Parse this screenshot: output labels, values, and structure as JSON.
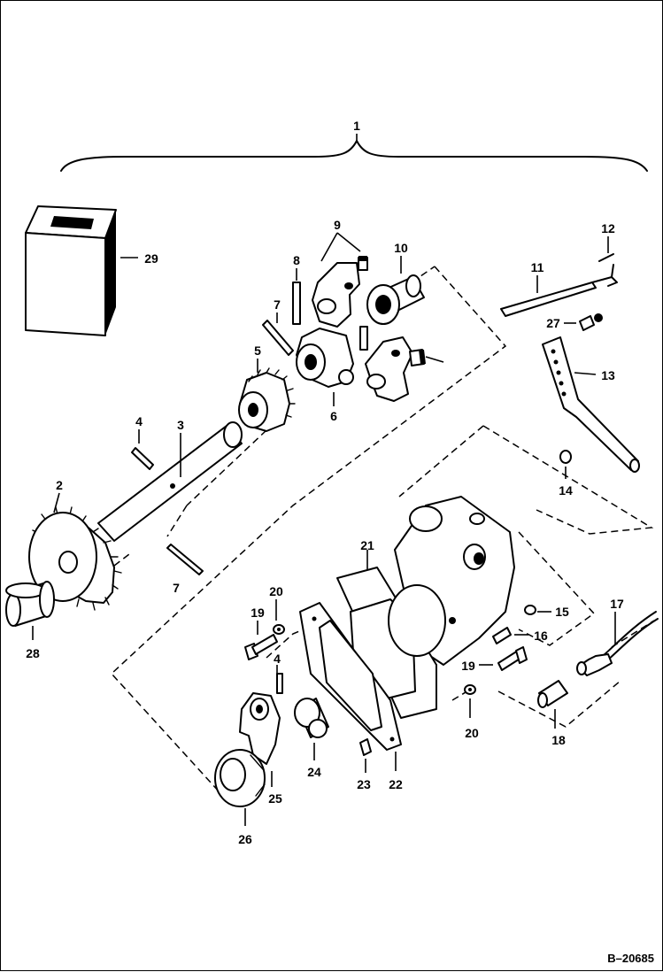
{
  "figure_code": "B–20685",
  "callouts": {
    "c1": "1",
    "c2": "2",
    "c3": "3",
    "c4a": "4",
    "c4b": "4",
    "c5": "5",
    "c6": "6",
    "c7a": "7",
    "c7b": "7",
    "c8": "8",
    "c9": "9",
    "c10": "10",
    "c11": "11",
    "c12": "12",
    "c13": "13",
    "c14": "14",
    "c15": "15",
    "c16": "16",
    "c17": "17",
    "c18": "18",
    "c19a": "19",
    "c19b": "19",
    "c20a": "20",
    "c20b": "20",
    "c21": "21",
    "c22": "22",
    "c23": "23",
    "c24": "24",
    "c25": "25",
    "c26": "26",
    "c27": "27",
    "c28": "28",
    "c29": "29"
  },
  "icons": {
    "diagram": "exploded-parts-diagram",
    "gear": "gear-icon",
    "bolt": "bolt-icon",
    "pin": "pin-icon",
    "bearing": "bearing-icon",
    "gasket": "gasket-icon",
    "cable": "cable-icon",
    "housing": "housing-icon"
  },
  "colors": {
    "ink": "#000000",
    "paper": "#ffffff"
  }
}
